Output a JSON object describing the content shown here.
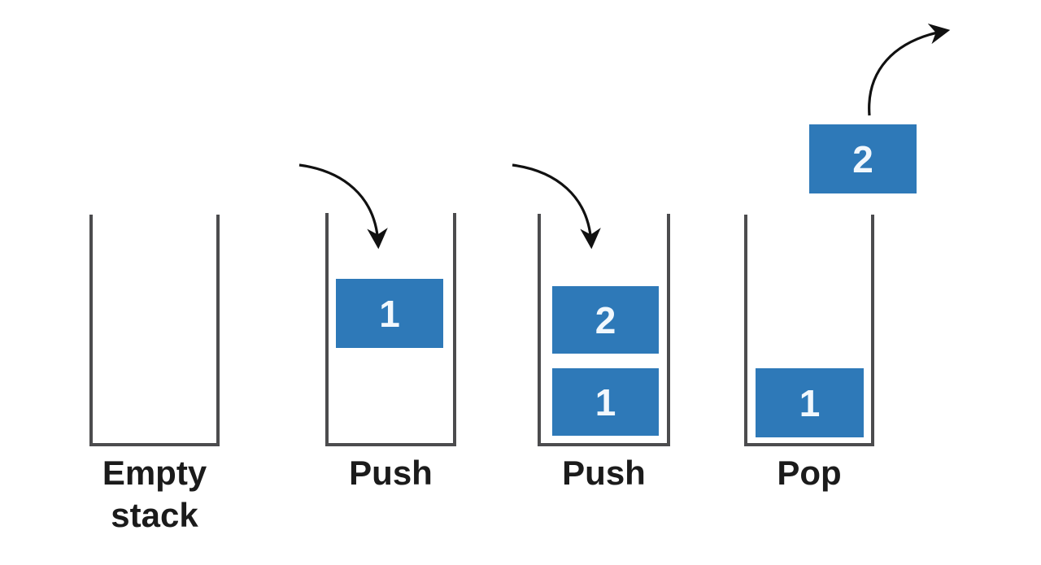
{
  "diagram": {
    "subject": "stack-operations",
    "colors": {
      "box_blue": "#2e79b8",
      "wall_gray": "#4c4c4e",
      "label_text": "#1b1b1b",
      "box_number_text": "#f2f8fd",
      "arrow_black": "#111111"
    },
    "panels": [
      {
        "name": "empty-stack",
        "label": "Empty stack",
        "boxes": []
      },
      {
        "name": "push-first",
        "label": "Push",
        "boxes": [
          {
            "value": "1"
          }
        ]
      },
      {
        "name": "push-second",
        "label": "Push",
        "boxes": [
          {
            "value": "2"
          },
          {
            "value": "1"
          }
        ]
      },
      {
        "name": "pop",
        "label": "Pop",
        "boxes": [
          {
            "value": "1"
          }
        ],
        "popped_box": {
          "value": "2"
        }
      }
    ],
    "icons": {
      "push_arrow": "curved-arrow-into-stack",
      "pop_arrow": "curved-arrow-out-of-stack"
    }
  }
}
